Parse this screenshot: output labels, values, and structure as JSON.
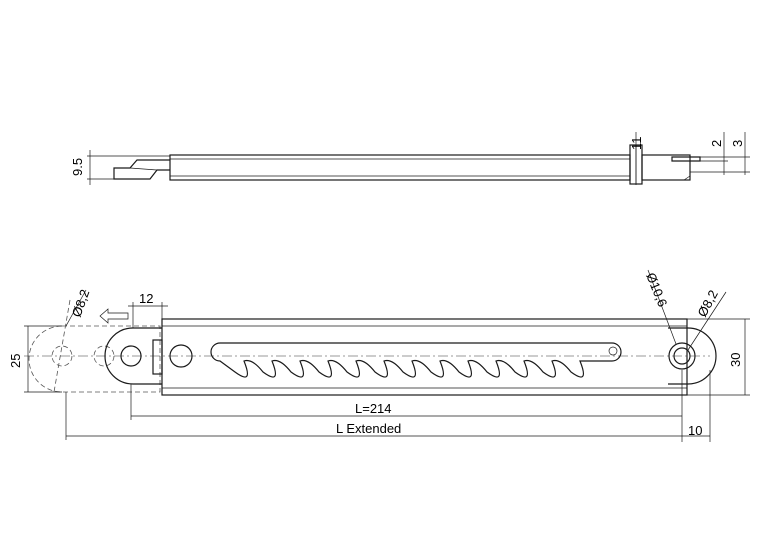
{
  "dimensions": {
    "side_height": "9.5",
    "side_bracket": "11",
    "side_tab_a": "2",
    "side_tab_b": "3",
    "left_hole": "Ø8,2",
    "left_offset": "12",
    "plate_height": "25",
    "right_outer": "Ø10,6",
    "right_inner": "Ø8,2",
    "body_height": "30",
    "length": "L=214",
    "length_extended": "L Extended",
    "end_offset": "10"
  },
  "colors": {
    "line": "#1a1a1a",
    "background": "#ffffff"
  }
}
